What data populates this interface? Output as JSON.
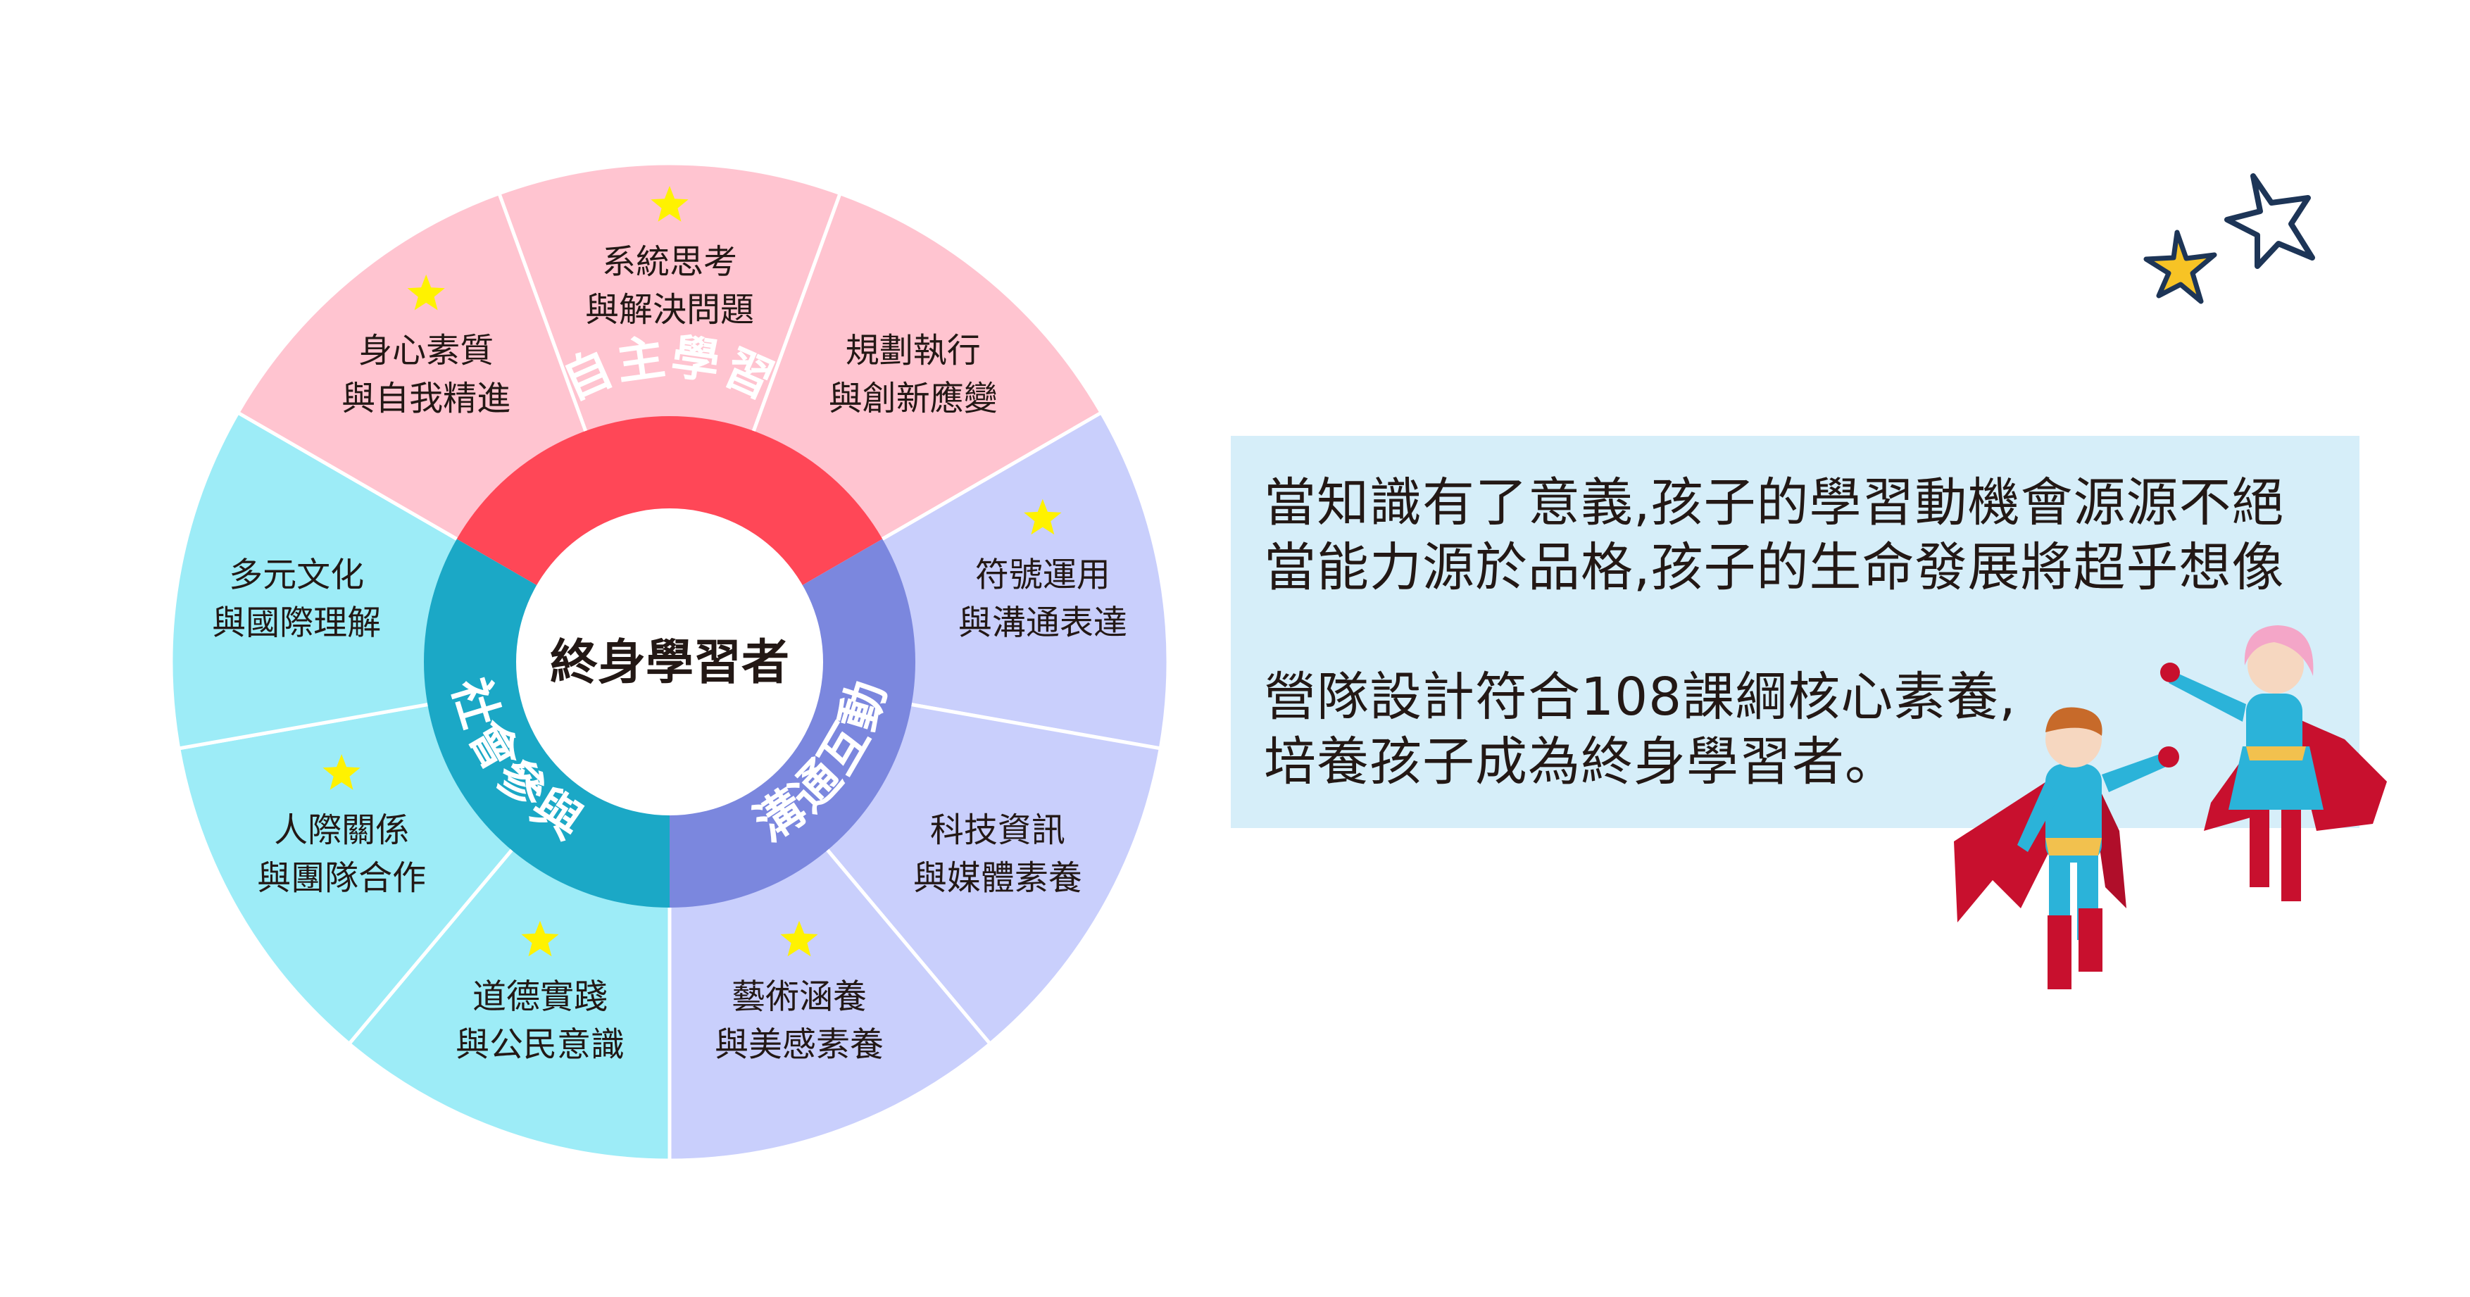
{
  "center_label": "終身學習者",
  "rings": [
    {
      "label": "自主學習",
      "color": "#ff4757"
    },
    {
      "label": "溝通互動",
      "color": "#7b87de"
    },
    {
      "label": "社會參與",
      "color": "#1ba8c6"
    }
  ],
  "segments": [
    {
      "line1": "系統思考",
      "line2": "與解決問題",
      "star": true,
      "color": "#ffc4d0"
    },
    {
      "line1": "規劃執行",
      "line2": "與創新應變",
      "star": false,
      "color": "#ffc4d0"
    },
    {
      "line1": "符號運用",
      "line2": "與溝通表達",
      "star": true,
      "color": "#c9cffc"
    },
    {
      "line1": "科技資訊",
      "line2": "與媒體素養",
      "star": false,
      "color": "#c9cffc"
    },
    {
      "line1": "藝術涵養",
      "line2": "與美感素養",
      "star": true,
      "color": "#c9cffc"
    },
    {
      "line1": "道德實踐",
      "line2": "與公民意識",
      "star": true,
      "color": "#9decf7"
    },
    {
      "line1": "人際關係",
      "line2": "與團隊合作",
      "star": true,
      "color": "#9decf7"
    },
    {
      "line1": "多元文化",
      "line2": "與國際理解",
      "star": false,
      "color": "#9decf7"
    },
    {
      "line1": "身心素質",
      "line2": "與自我精進",
      "star": true,
      "color": "#ffc4d0"
    }
  ],
  "info": {
    "line1": "當知識有了意義,孩子的學習動機會源源不絕",
    "line2": "當能力源於品格,孩子的生命發展將超乎想像",
    "line3": "營隊設計符合108課綱核心素養,",
    "line4": "培養孩子成為終身學習者。"
  },
  "colors": {
    "star_yellow": "#fff200",
    "box_bg": "#d6eef9",
    "navy": "#1d3557"
  }
}
